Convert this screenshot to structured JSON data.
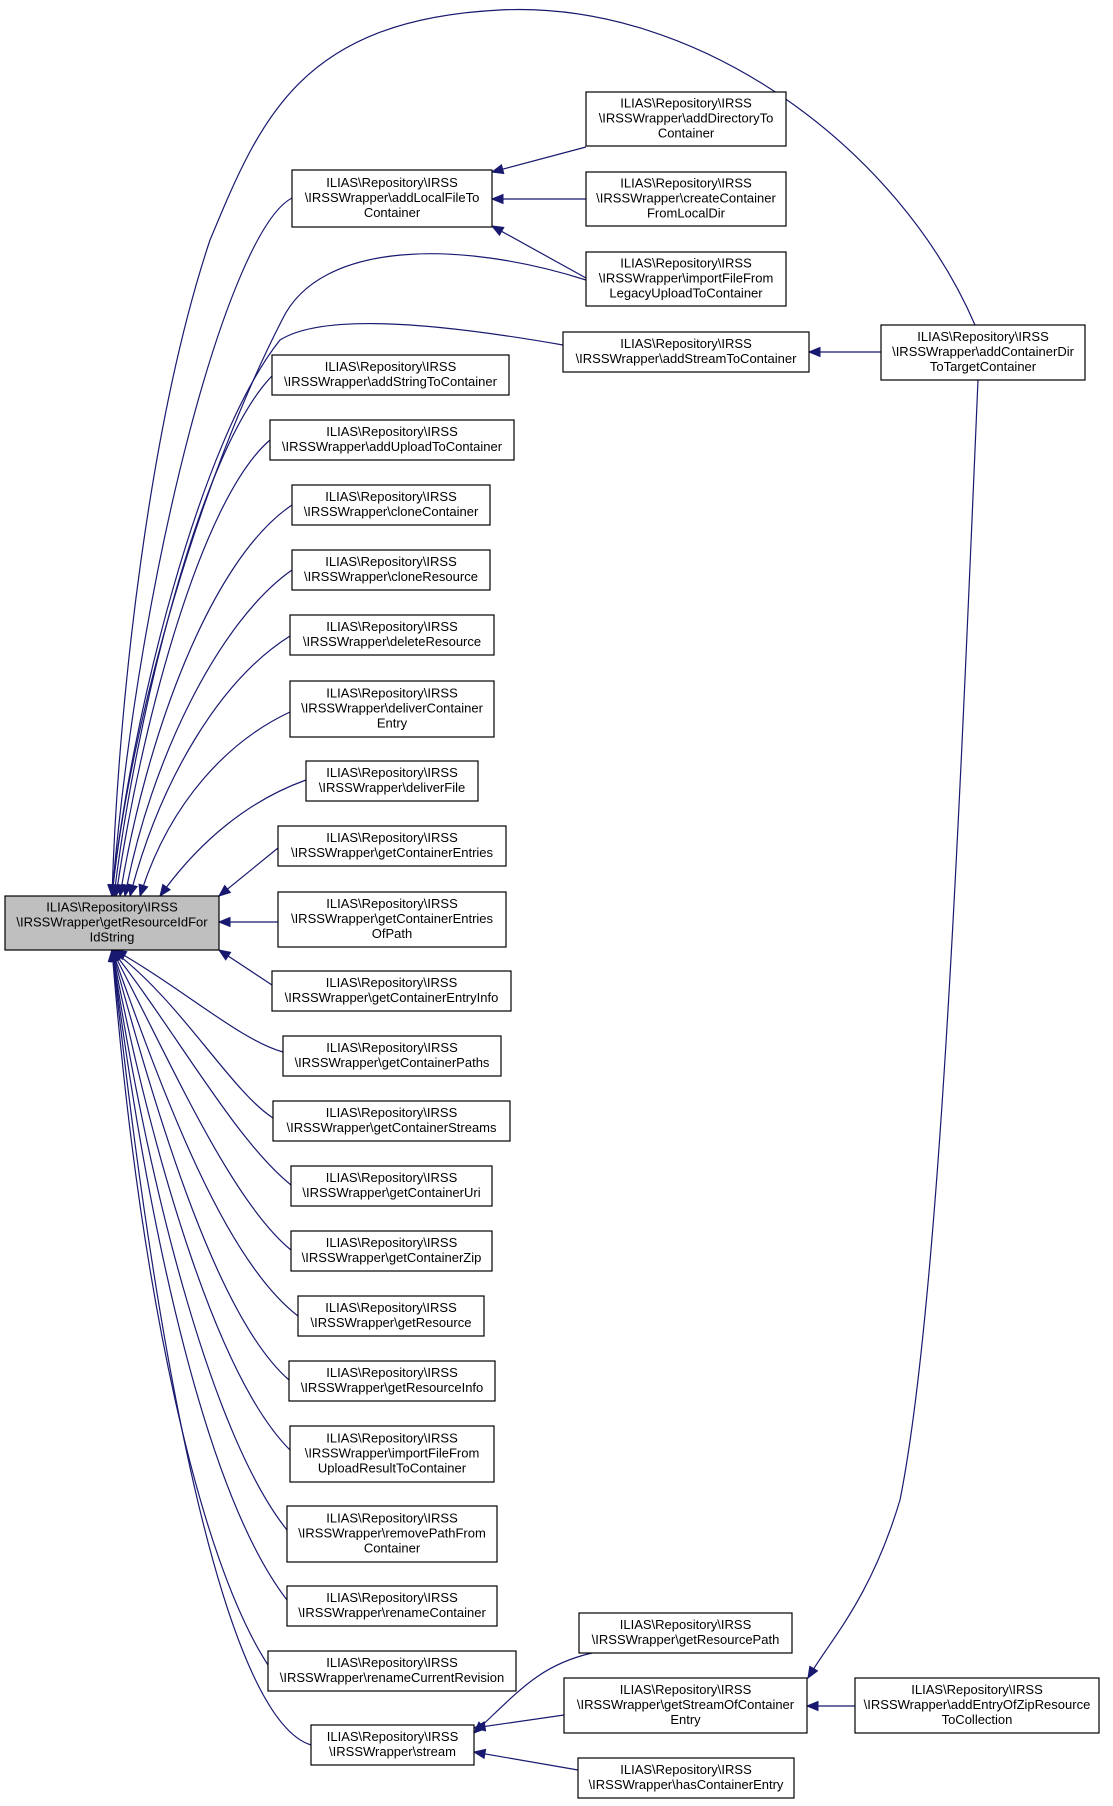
{
  "graph": {
    "nodes": [
      {
        "id": "root",
        "lines": [
          "ILIAS\\Repository\\IRSS",
          "\\IRSSWrapper\\getResourceIdFor",
          "IdString"
        ]
      },
      {
        "id": "addLocalFileToContainer",
        "lines": [
          "ILIAS\\Repository\\IRSS",
          "\\IRSSWrapper\\addLocalFileTo",
          "Container"
        ]
      },
      {
        "id": "addDirectoryToContainer",
        "lines": [
          "ILIAS\\Repository\\IRSS",
          "\\IRSSWrapper\\addDirectoryTo",
          "Container"
        ]
      },
      {
        "id": "createContainerFromLocalDir",
        "lines": [
          "ILIAS\\Repository\\IRSS",
          "\\IRSSWrapper\\createContainer",
          "FromLocalDir"
        ]
      },
      {
        "id": "importFileFromLegacyUploadToContainer",
        "lines": [
          "ILIAS\\Repository\\IRSS",
          "\\IRSSWrapper\\importFileFrom",
          "LegacyUploadToContainer"
        ]
      },
      {
        "id": "addStreamToContainer",
        "lines": [
          "ILIAS\\Repository\\IRSS",
          "\\IRSSWrapper\\addStreamToContainer"
        ]
      },
      {
        "id": "addContainerDirToTargetContainer",
        "lines": [
          "ILIAS\\Repository\\IRSS",
          "\\IRSSWrapper\\addContainerDir",
          "ToTargetContainer"
        ]
      },
      {
        "id": "addStringToContainer",
        "lines": [
          "ILIAS\\Repository\\IRSS",
          "\\IRSSWrapper\\addStringToContainer"
        ]
      },
      {
        "id": "addUploadToContainer",
        "lines": [
          "ILIAS\\Repository\\IRSS",
          "\\IRSSWrapper\\addUploadToContainer"
        ]
      },
      {
        "id": "cloneContainer",
        "lines": [
          "ILIAS\\Repository\\IRSS",
          "\\IRSSWrapper\\cloneContainer"
        ]
      },
      {
        "id": "cloneResource",
        "lines": [
          "ILIAS\\Repository\\IRSS",
          "\\IRSSWrapper\\cloneResource"
        ]
      },
      {
        "id": "deleteResource",
        "lines": [
          "ILIAS\\Repository\\IRSS",
          "\\IRSSWrapper\\deleteResource"
        ]
      },
      {
        "id": "deliverContainerEntry",
        "lines": [
          "ILIAS\\Repository\\IRSS",
          "\\IRSSWrapper\\deliverContainer",
          "Entry"
        ]
      },
      {
        "id": "deliverFile",
        "lines": [
          "ILIAS\\Repository\\IRSS",
          "\\IRSSWrapper\\deliverFile"
        ]
      },
      {
        "id": "getContainerEntries",
        "lines": [
          "ILIAS\\Repository\\IRSS",
          "\\IRSSWrapper\\getContainerEntries"
        ]
      },
      {
        "id": "getContainerEntriesOfPath",
        "lines": [
          "ILIAS\\Repository\\IRSS",
          "\\IRSSWrapper\\getContainerEntries",
          "OfPath"
        ]
      },
      {
        "id": "getContainerEntryInfo",
        "lines": [
          "ILIAS\\Repository\\IRSS",
          "\\IRSSWrapper\\getContainerEntryInfo"
        ]
      },
      {
        "id": "getContainerPaths",
        "lines": [
          "ILIAS\\Repository\\IRSS",
          "\\IRSSWrapper\\getContainerPaths"
        ]
      },
      {
        "id": "getContainerStreams",
        "lines": [
          "ILIAS\\Repository\\IRSS",
          "\\IRSSWrapper\\getContainerStreams"
        ]
      },
      {
        "id": "getContainerUri",
        "lines": [
          "ILIAS\\Repository\\IRSS",
          "\\IRSSWrapper\\getContainerUri"
        ]
      },
      {
        "id": "getContainerZip",
        "lines": [
          "ILIAS\\Repository\\IRSS",
          "\\IRSSWrapper\\getContainerZip"
        ]
      },
      {
        "id": "getResource",
        "lines": [
          "ILIAS\\Repository\\IRSS",
          "\\IRSSWrapper\\getResource"
        ]
      },
      {
        "id": "getResourceInfo",
        "lines": [
          "ILIAS\\Repository\\IRSS",
          "\\IRSSWrapper\\getResourceInfo"
        ]
      },
      {
        "id": "importFileFromUploadResultToContainer",
        "lines": [
          "ILIAS\\Repository\\IRSS",
          "\\IRSSWrapper\\importFileFrom",
          "UploadResultToContainer"
        ]
      },
      {
        "id": "removePathFromContainer",
        "lines": [
          "ILIAS\\Repository\\IRSS",
          "\\IRSSWrapper\\removePathFrom",
          "Container"
        ]
      },
      {
        "id": "renameContainer",
        "lines": [
          "ILIAS\\Repository\\IRSS",
          "\\IRSSWrapper\\renameContainer"
        ]
      },
      {
        "id": "renameCurrentRevision",
        "lines": [
          "ILIAS\\Repository\\IRSS",
          "\\IRSSWrapper\\renameCurrentRevision"
        ]
      },
      {
        "id": "stream",
        "lines": [
          "ILIAS\\Repository\\IRSS",
          "\\IRSSWrapper\\stream"
        ]
      },
      {
        "id": "getResourcePath",
        "lines": [
          "ILIAS\\Repository\\IRSS",
          "\\IRSSWrapper\\getResourcePath"
        ]
      },
      {
        "id": "getStreamOfContainerEntry",
        "lines": [
          "ILIAS\\Repository\\IRSS",
          "\\IRSSWrapper\\getStreamOfContainer",
          "Entry"
        ]
      },
      {
        "id": "addEntryOfZipResourceToCollection",
        "lines": [
          "ILIAS\\Repository\\IRSS",
          "\\IRSSWrapper\\addEntryOfZipResource",
          "ToCollection"
        ]
      },
      {
        "id": "hasContainerEntry",
        "lines": [
          "ILIAS\\Repository\\IRSS",
          "\\IRSSWrapper\\hasContainerEntry"
        ]
      }
    ],
    "edges": [
      {
        "from": "addLocalFileToContainer",
        "to": "root"
      },
      {
        "from": "addContainerDirToTargetContainer",
        "to": "root"
      },
      {
        "from": "importFileFromLegacyUploadToContainer",
        "to": "root"
      },
      {
        "from": "addStreamToContainer",
        "to": "root"
      },
      {
        "from": "addStringToContainer",
        "to": "root"
      },
      {
        "from": "addUploadToContainer",
        "to": "root"
      },
      {
        "from": "cloneContainer",
        "to": "root"
      },
      {
        "from": "cloneResource",
        "to": "root"
      },
      {
        "from": "deleteResource",
        "to": "root"
      },
      {
        "from": "deliverContainerEntry",
        "to": "root"
      },
      {
        "from": "deliverFile",
        "to": "root"
      },
      {
        "from": "getContainerEntries",
        "to": "root"
      },
      {
        "from": "getContainerEntriesOfPath",
        "to": "root"
      },
      {
        "from": "getContainerEntryInfo",
        "to": "root"
      },
      {
        "from": "getContainerPaths",
        "to": "root"
      },
      {
        "from": "getContainerStreams",
        "to": "root"
      },
      {
        "from": "getContainerUri",
        "to": "root"
      },
      {
        "from": "getContainerZip",
        "to": "root"
      },
      {
        "from": "getResource",
        "to": "root"
      },
      {
        "from": "getResourceInfo",
        "to": "root"
      },
      {
        "from": "importFileFromUploadResultToContainer",
        "to": "root"
      },
      {
        "from": "removePathFromContainer",
        "to": "root"
      },
      {
        "from": "renameContainer",
        "to": "root"
      },
      {
        "from": "renameCurrentRevision",
        "to": "root"
      },
      {
        "from": "stream",
        "to": "root"
      },
      {
        "from": "addDirectoryToContainer",
        "to": "addLocalFileToContainer"
      },
      {
        "from": "createContainerFromLocalDir",
        "to": "addLocalFileToContainer"
      },
      {
        "from": "importFileFromLegacyUploadToContainer",
        "to": "addLocalFileToContainer"
      },
      {
        "from": "addContainerDirToTargetContainer",
        "to": "addStreamToContainer"
      },
      {
        "from": "getResourcePath",
        "to": "stream"
      },
      {
        "from": "getStreamOfContainerEntry",
        "to": "stream"
      },
      {
        "from": "hasContainerEntry",
        "to": "stream"
      },
      {
        "from": "addContainerDirToTargetContainer",
        "to": "getStreamOfContainerEntry"
      },
      {
        "from": "addEntryOfZipResourceToCollection",
        "to": "getStreamOfContainerEntry"
      }
    ]
  }
}
